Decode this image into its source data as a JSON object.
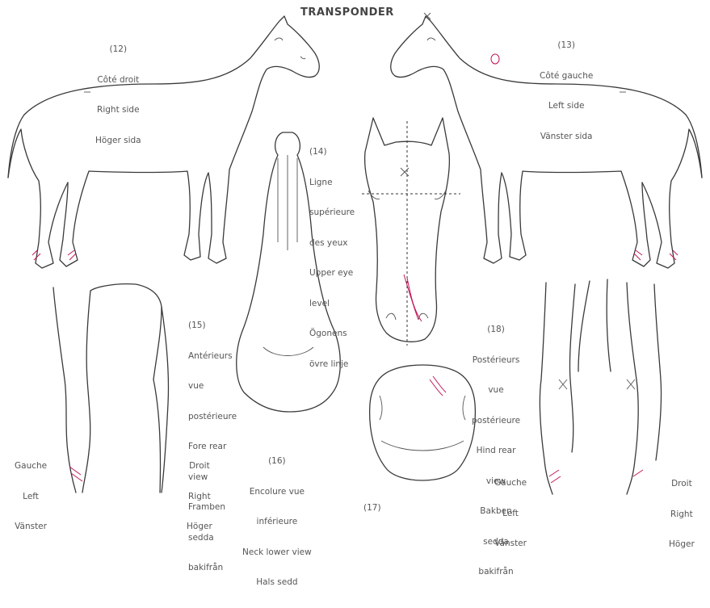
{
  "title": "TRANSPONDER",
  "accent_color": "#c2185b",
  "views": {
    "right_side": {
      "number": "(12)",
      "lines": [
        "Côté droit",
        "Right side",
        "Höger sida"
      ]
    },
    "left_side": {
      "number": "(13)",
      "lines": [
        "Côté gauche",
        "Left side",
        "Vänster sida"
      ]
    },
    "eye_level": {
      "number": "(14)",
      "lines": [
        "Ligne",
        "supérieure",
        "des yeux",
        "Upper eye",
        "level",
        "Ögonens",
        "övre linje"
      ]
    },
    "fore_rear": {
      "number": "(15)",
      "lines": [
        "Antérieurs",
        "vue",
        "postérieure",
        "Fore rear",
        "view",
        "Framben",
        "sedda",
        "bakifrån"
      ]
    },
    "neck_lower": {
      "number": "(16)",
      "lines": [
        "Encolure vue",
        "inférieure",
        "Neck lower view",
        "Hals sedd"
      ]
    },
    "muzzle": {
      "number": "(17)"
    },
    "hind_rear": {
      "number": "(18)",
      "lines": [
        "Postérieurs",
        "vue",
        "postérieure",
        "Hind rear",
        "view",
        "Bakben",
        "sedda",
        "bakifrån"
      ]
    },
    "fore_left": {
      "lines": [
        "Gauche",
        "Left",
        "Vänster"
      ]
    },
    "fore_right": {
      "lines": [
        "Droit",
        "Right",
        "Höger"
      ]
    },
    "hind_left": {
      "lines": [
        "Gauche",
        "Left",
        "Vänster"
      ]
    },
    "hind_right": {
      "lines": [
        "Droit",
        "Right",
        "Höger"
      ]
    }
  }
}
